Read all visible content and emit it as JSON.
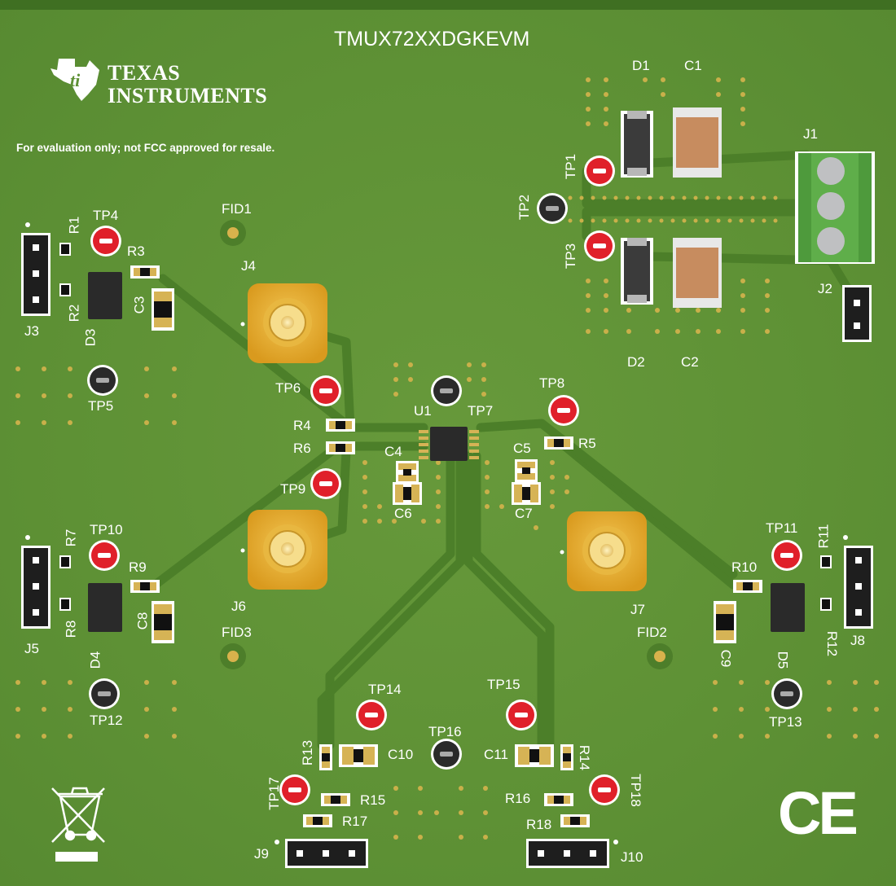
{
  "board": {
    "title": "TMUX72XXDGKEVM",
    "brand_line1": "TEXAS",
    "brand_line2": "INSTRUMENTS",
    "disclaimer": "For evaluation only; not FCC approved for resale.",
    "ce_mark": "CE",
    "icons": [
      "ti-logo-icon",
      "weee-bin-icon",
      "ce-mark-icon"
    ],
    "colors": {
      "soldermask": "#5e9135",
      "silkscreen": "#ffffff",
      "copper": "#c9b04a",
      "testpoint_red": "#e0202a",
      "testpoint_black": "#2a2a2a",
      "connector_green": "#5fae4a"
    }
  },
  "labels": {
    "D1": "D1",
    "C1": "C1",
    "J1": "J1",
    "TP1": "TP1",
    "TP2": "TP2",
    "TP3": "TP3",
    "J2": "J2",
    "D2": "D2",
    "C2": "C2",
    "TP4": "TP4",
    "R1": "R1",
    "R2": "R2",
    "R3": "R3",
    "C3": "C3",
    "D3": "D3",
    "J3": "J3",
    "TP5": "TP5",
    "FID1": "FID1",
    "J4": "J4",
    "TP6": "TP6",
    "R4": "R4",
    "R6": "R6",
    "TP9": "TP9",
    "U1": "U1",
    "TP7": "TP7",
    "C4": "C4",
    "C6": "C6",
    "TP8": "TP8",
    "R5": "R5",
    "C5": "C5",
    "C7": "C7",
    "TP10": "TP10",
    "R7": "R7",
    "R8": "R8",
    "R9": "R9",
    "C8": "C8",
    "J5": "J5",
    "D4": "D4",
    "TP12": "TP12",
    "J6": "J6",
    "FID3": "FID3",
    "J7": "J7",
    "FID2": "FID2",
    "TP11": "TP11",
    "R11": "R11",
    "R10": "R10",
    "R12": "R12",
    "C9": "C9",
    "D5": "D5",
    "J8": "J8",
    "TP13": "TP13",
    "TP14": "TP14",
    "TP15": "TP15",
    "TP16": "TP16",
    "R13": "R13",
    "C10": "C10",
    "C11": "C11",
    "R14": "R14",
    "TP17": "TP17",
    "R15": "R15",
    "R16": "R16",
    "TP18": "TP18",
    "R17": "R17",
    "R18": "R18",
    "J9": "J9",
    "J10": "J10"
  }
}
